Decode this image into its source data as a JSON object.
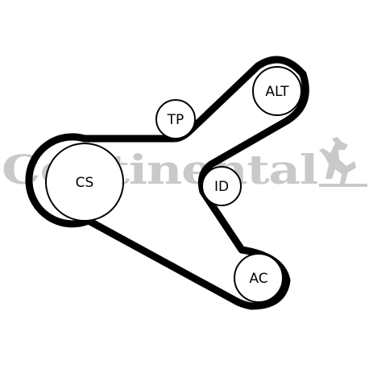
{
  "watermark": {
    "text": "Continental",
    "color": "#c9c9c9",
    "emblem_icon": "rearing-horse-icon"
  },
  "belt": {
    "color": "#000000"
  },
  "pulleys": [
    {
      "id": "cs",
      "label": "CS"
    },
    {
      "id": "tp",
      "label": "TP"
    },
    {
      "id": "alt",
      "label": "ALT"
    },
    {
      "id": "id",
      "label": "ID"
    },
    {
      "id": "ac",
      "label": "AC"
    }
  ]
}
